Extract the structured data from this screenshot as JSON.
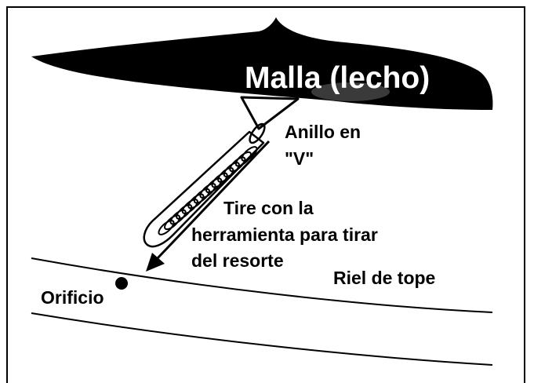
{
  "diagram": {
    "title": "Malla (lecho)",
    "labels": {
      "v_ring_line1": "Anillo en",
      "v_ring_line2": "\"V\"",
      "pull_line1": "Tire con la",
      "pull_line2": "herramienta para tirar",
      "pull_line3": "del resorte",
      "stop_rail": "Riel de tope",
      "hole": "Orificio"
    },
    "colors": {
      "ink": "#000000",
      "background": "#ffffff",
      "highlight": "#3a3a3a"
    }
  }
}
